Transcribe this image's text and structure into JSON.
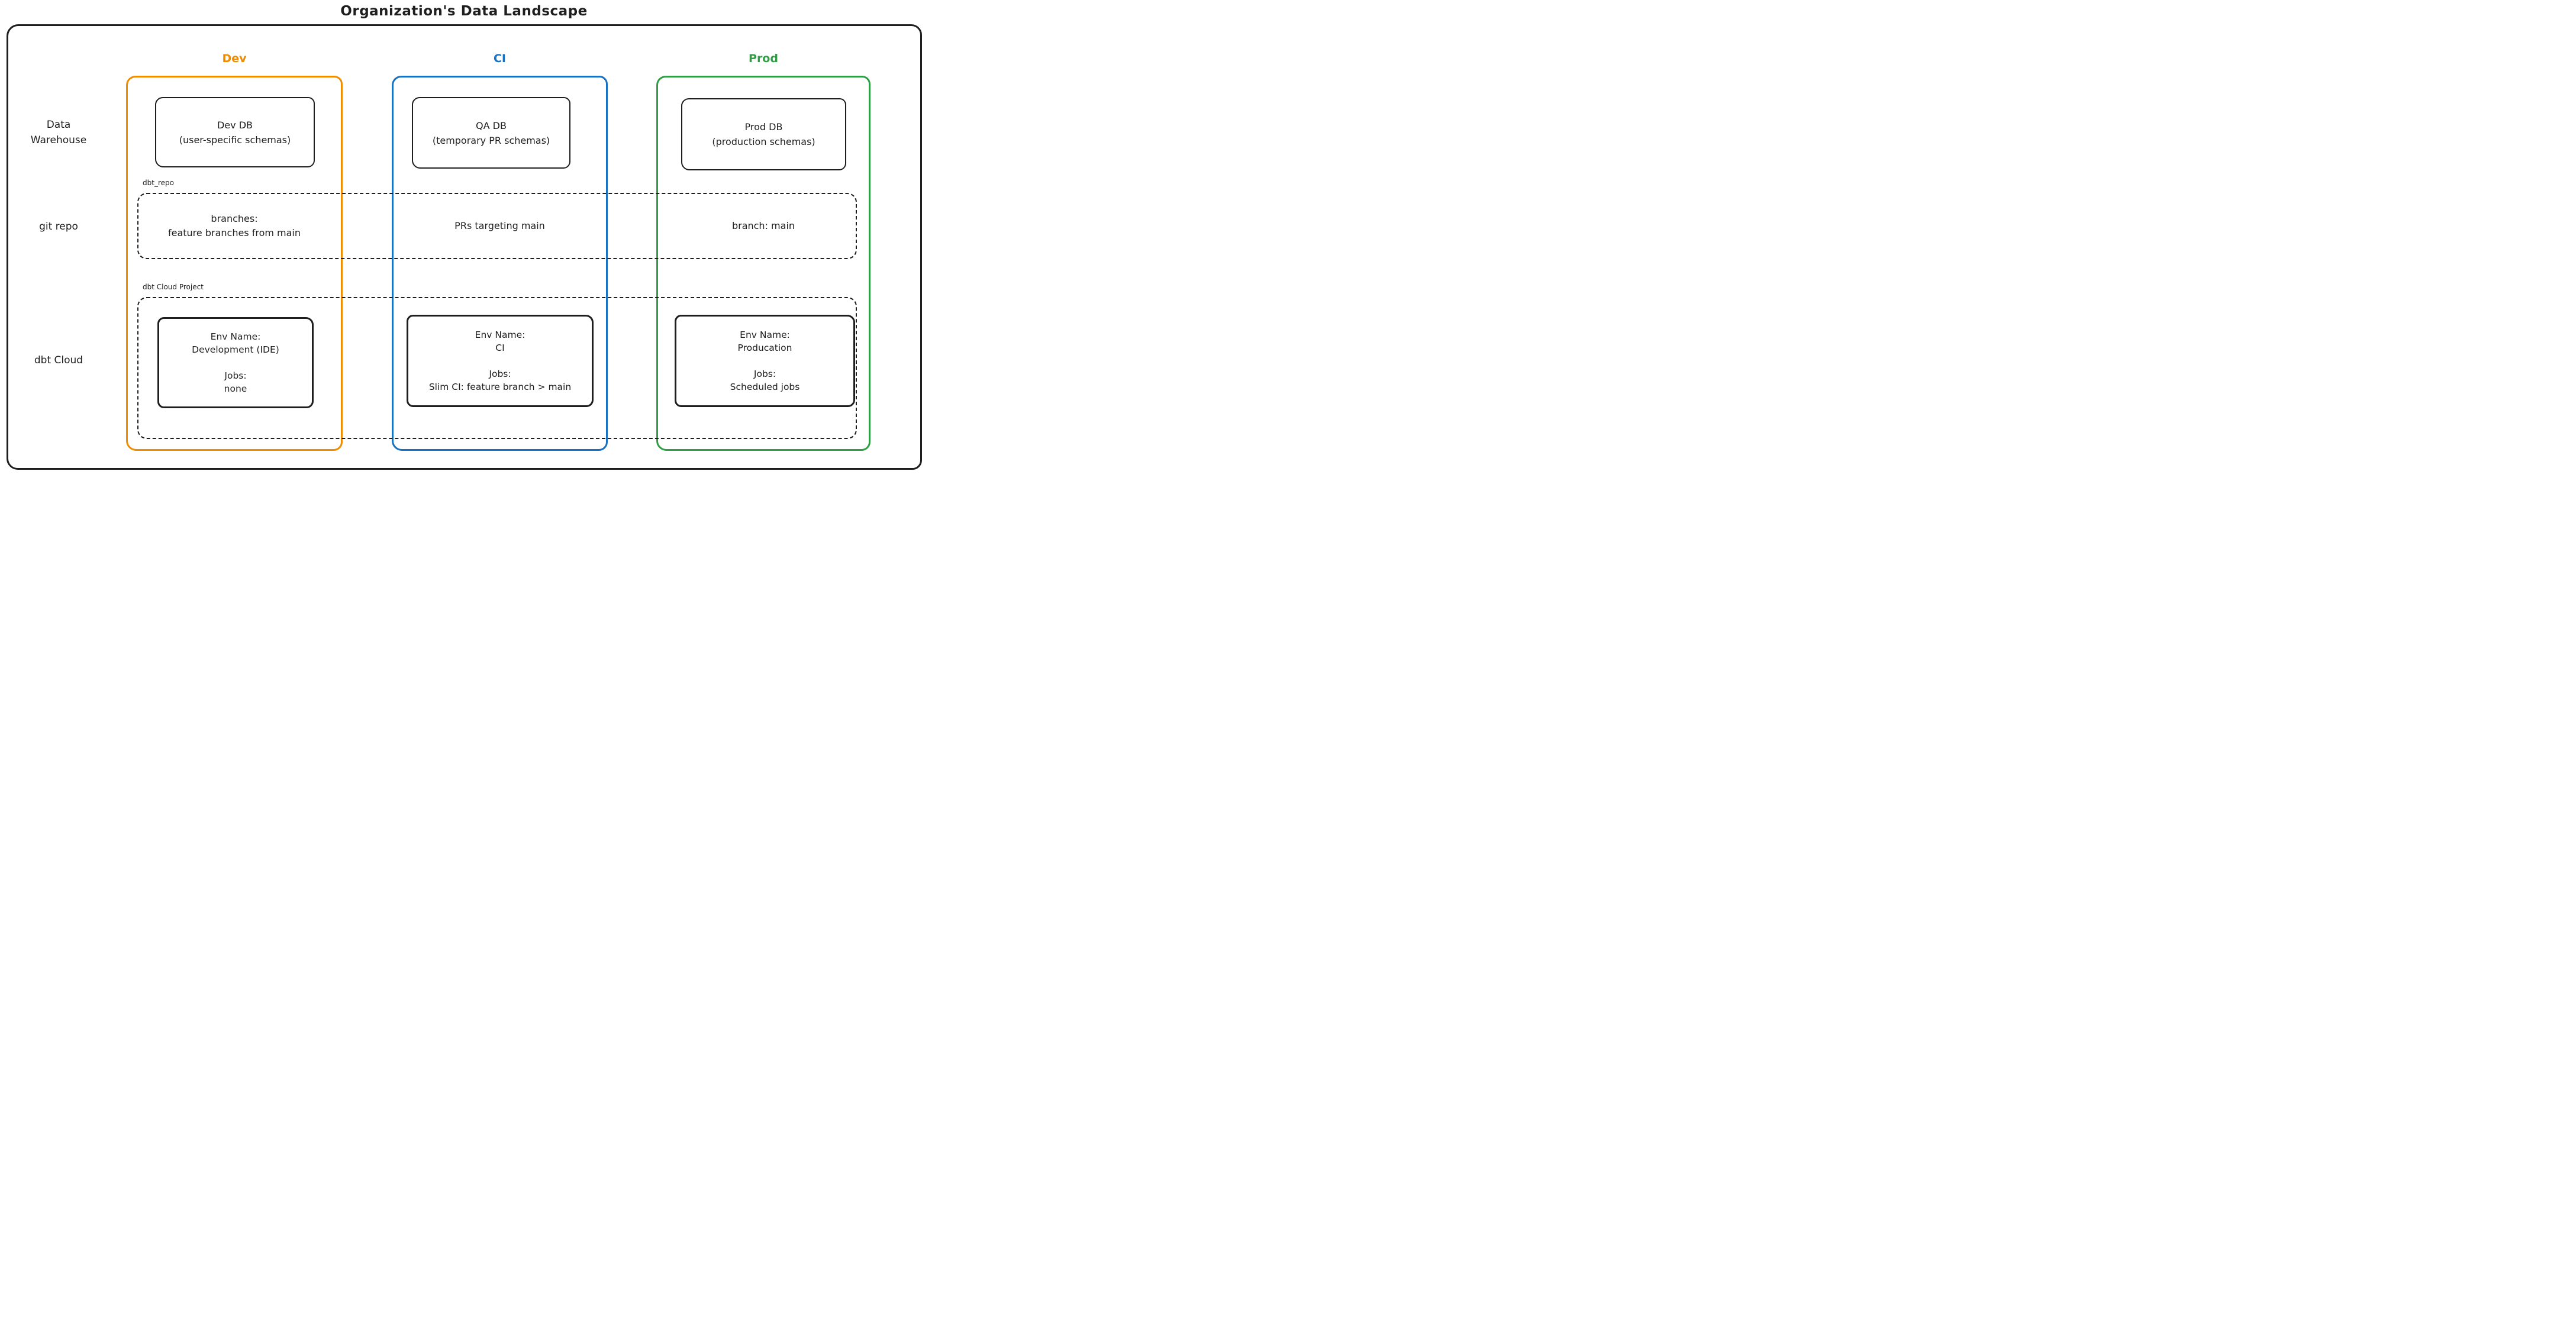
{
  "title": "Organization's Data Landscape",
  "colors": {
    "dev": "#f08c00",
    "ci": "#1971c2",
    "prod": "#2f9e44",
    "ink": "#1e1e1e"
  },
  "rows": {
    "warehouse": {
      "line1": "Data",
      "line2": "Warehouse"
    },
    "git": {
      "label": "git repo"
    },
    "dbt": {
      "label": "dbt Cloud"
    }
  },
  "repo_box_label": "dbt_repo",
  "project_box_label": "dbt Cloud Project",
  "columns": {
    "dev": {
      "header": "Dev",
      "db": {
        "name": "Dev DB",
        "detail": "(user-specific schemas)"
      },
      "git": {
        "line1": "branches:",
        "line2": "feature branches from main"
      },
      "env": {
        "env_label": "Env Name:",
        "env_name": "Development (IDE)",
        "jobs_label": "Jobs:",
        "jobs": "none"
      }
    },
    "ci": {
      "header": "CI",
      "db": {
        "name": "QA DB",
        "detail": "(temporary PR schemas)"
      },
      "git": {
        "line1": "PRs targeting main"
      },
      "env": {
        "env_label": "Env Name:",
        "env_name": "CI",
        "jobs_label": "Jobs:",
        "jobs": "Slim CI: feature branch > main"
      }
    },
    "prod": {
      "header": "Prod",
      "db": {
        "name": "Prod DB",
        "detail": "(production schemas)"
      },
      "git": {
        "line1": "branch: main"
      },
      "env": {
        "env_label": "Env Name:",
        "env_name": "Producation",
        "jobs_label": "Jobs:",
        "jobs": "Scheduled jobs"
      }
    }
  }
}
